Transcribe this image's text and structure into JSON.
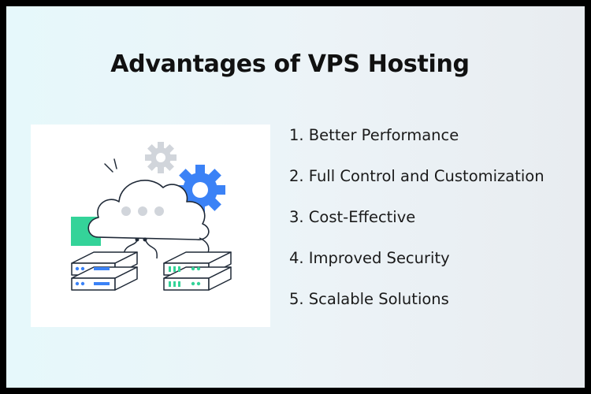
{
  "title": "Advantages of VPS Hosting",
  "items": [
    "1. Better Performance",
    "2. Full Control and Customization",
    "3. Cost-Effective",
    "4. Improved Security",
    "5. Scalable Solutions"
  ],
  "illustration": {
    "icons": [
      "cloud-icon",
      "gear-icon",
      "gear-icon",
      "server-icon",
      "server-icon"
    ],
    "colors": {
      "accent_blue": "#3b82f6",
      "accent_green": "#34d399",
      "gear_gray": "#d1d5db",
      "line": "#1f2937"
    }
  }
}
